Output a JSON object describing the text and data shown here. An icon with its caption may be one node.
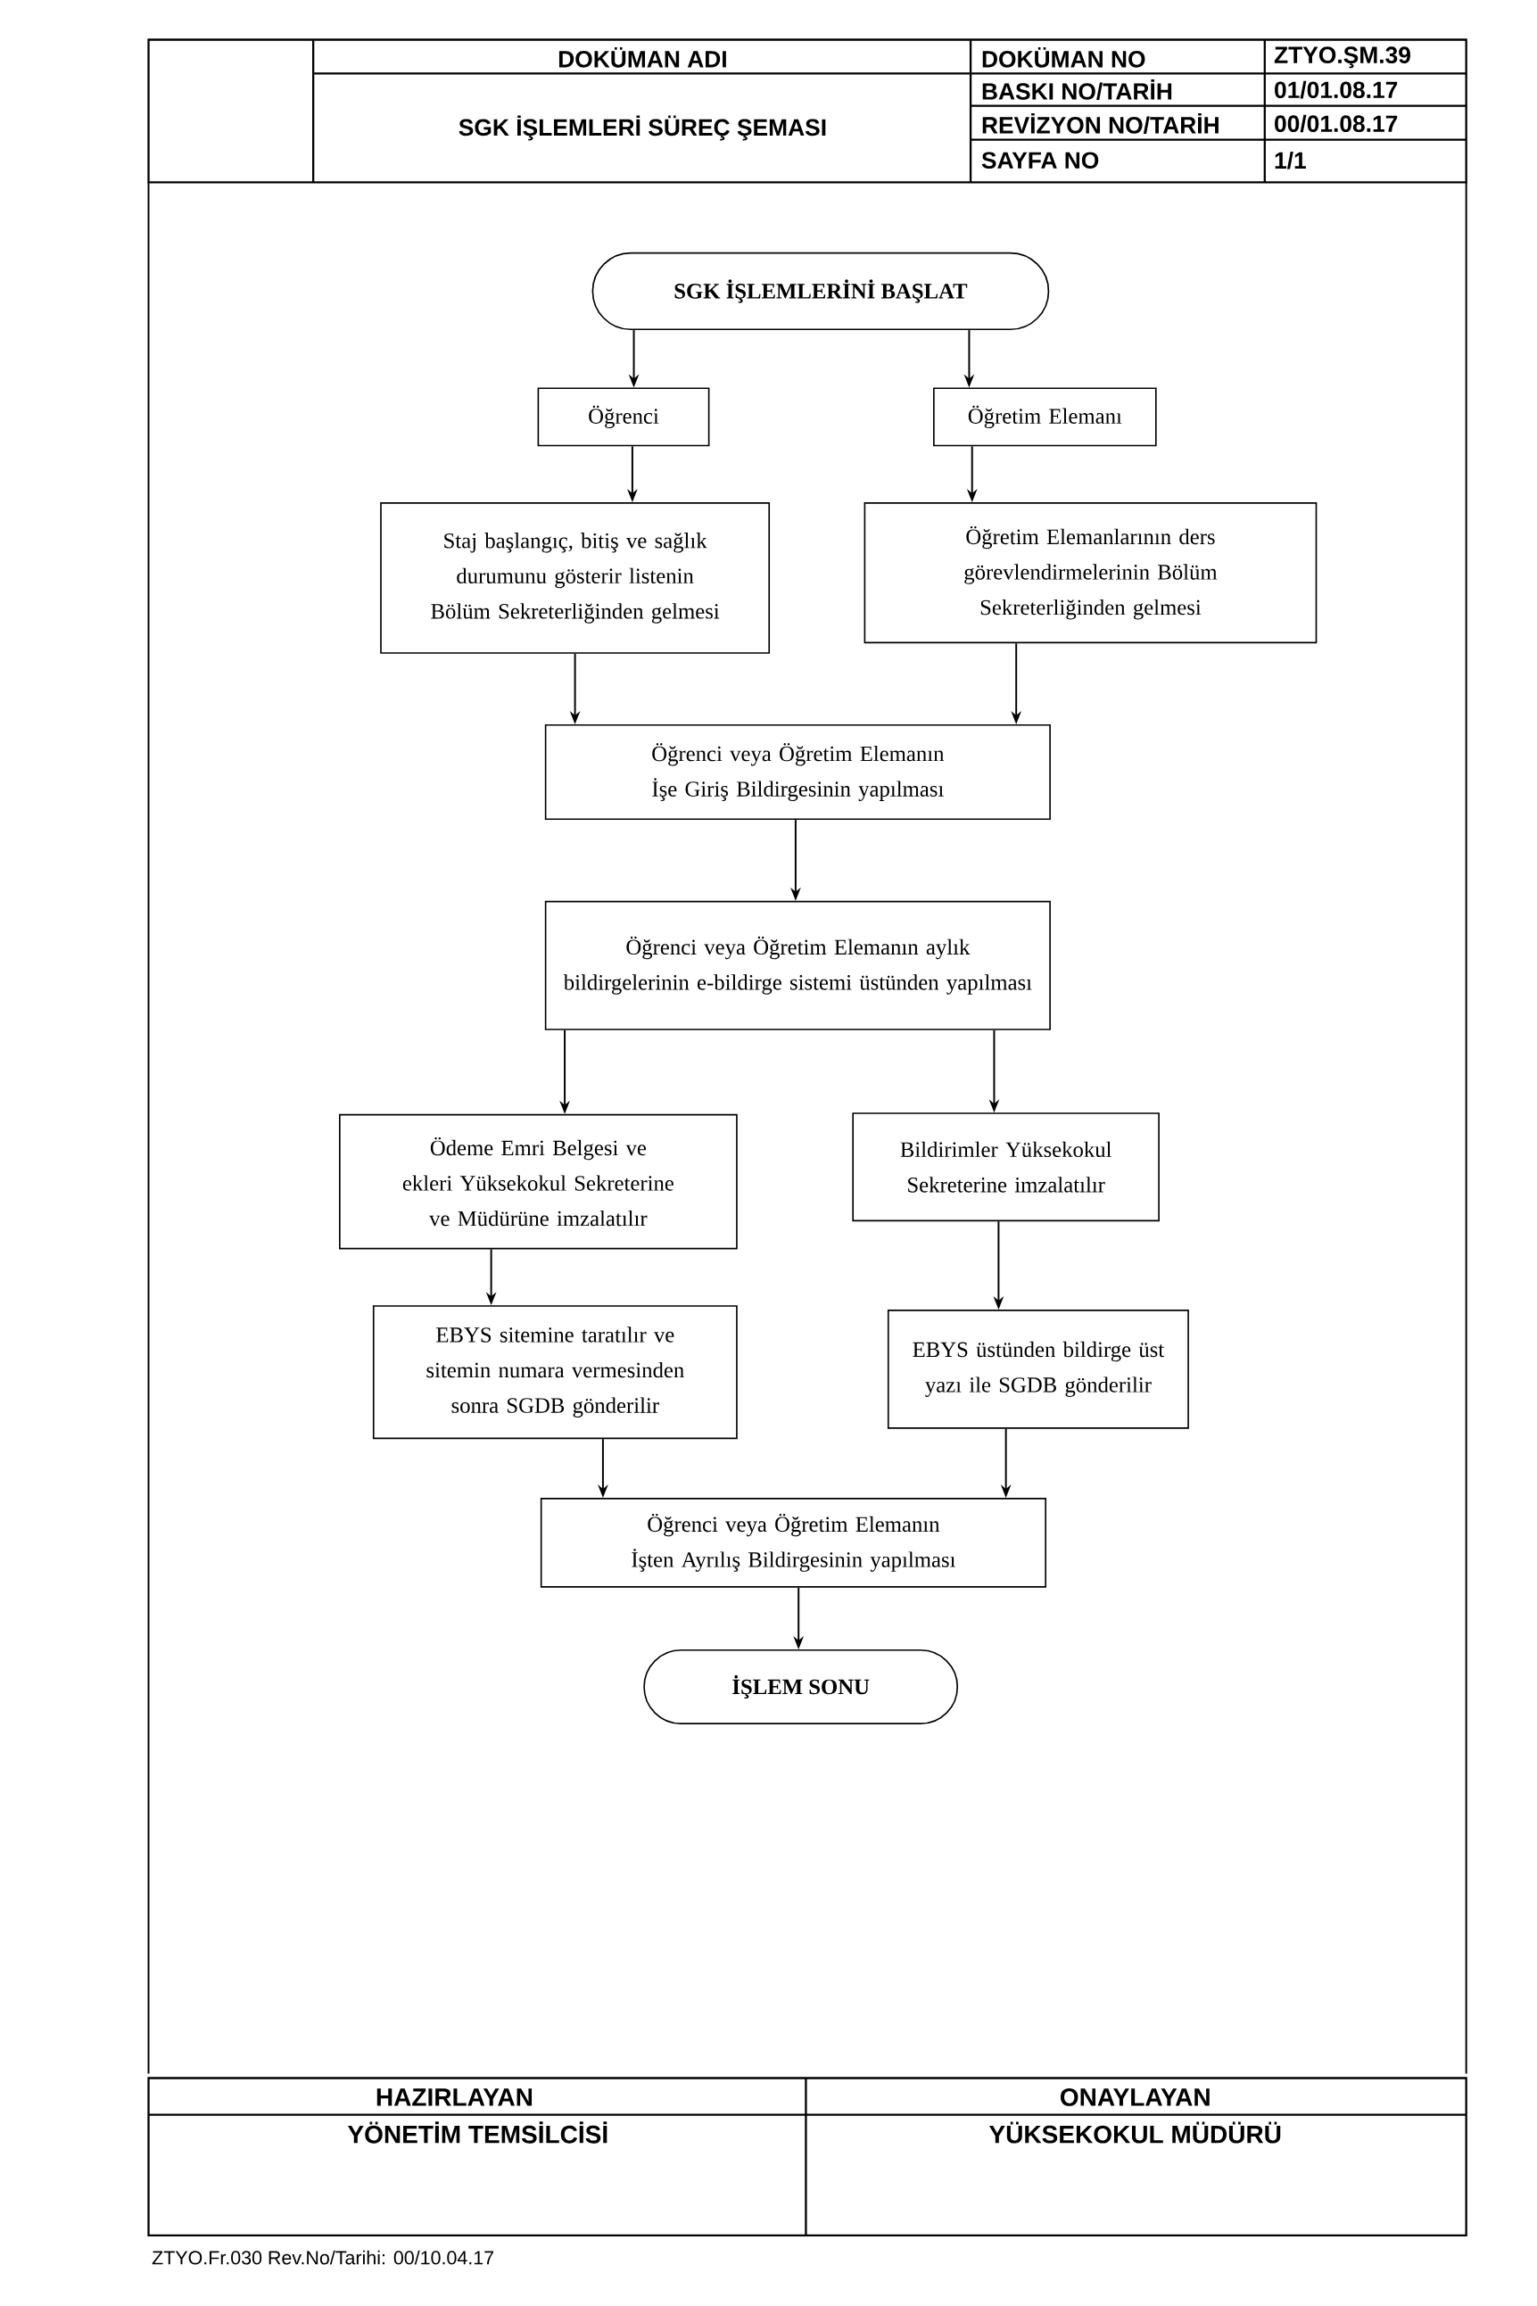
{
  "diagram": {
    "nodes": [
      {
        "text": [
          "SGK İŞLEMLERİNİ BAŞLAT"
        ]
      },
      {
        "text": [
          "Öğrenci"
        ]
      },
      {
        "text": [
          "Öğretim Elemanı"
        ]
      },
      {
        "text": [
          "Staj başlangıç, bitiş ve sağlık durumunu gösterir listenin Bölüm Sekreterliğinden gelmesi"
        ]
      },
      {
        "text": [
          "Öğretim Elemanlarının ders görevlendirmelerinin Bölüm Sekreterliğinden gelmesi"
        ]
      },
      {
        "text": [
          "Öğrenci veya Öğretim Elemanın İşe Giriş Bildirgesinin yapılması"
        ]
      },
      {
        "text": [
          "Öğrenci veya Öğretim Elemanın aylık bildirgelerinin e-bildirge sistemi üstünden yapılması"
        ]
      },
      {
        "text": [
          "Ödeme Emri Belgesi ve ekleri Yüksekokul Sekreterine ve Müdürüne imzalatılır"
        ]
      },
      {
        "text": [
          "Bildirimler Yüksekokul Sekreterine imzalatılır"
        ]
      },
      {
        "text": [
          "EBYS sitemine taratılır ve sitemin numara vermesinden sonra SGDB gönderilir"
        ]
      },
      {
        "text": [
          "EBYS üstünden bildirge üst yazı ile SGDB gönderilir"
        ]
      },
      {
        "text": [
          "Öğrenci veya Öğretim Elemanın İşten Ayrılış Bildirgesinin yapılması"
        ]
      },
      {
        "text": [
          "İŞLEM SONU"
        ]
      }
    ],
    "edges": [
      {
        "from": 0,
        "to": 1,
        "arrow": "to"
      },
      {
        "from": 0,
        "to": 2,
        "arrow": "to"
      },
      {
        "from": 1,
        "to": 3,
        "arrow": "to"
      },
      {
        "from": 2,
        "to": 4,
        "arrow": "to"
      },
      {
        "from": 3,
        "to": 5,
        "arrow": "to"
      },
      {
        "from": 4,
        "to": 5,
        "arrow": "to"
      },
      {
        "from": 5,
        "to": 6,
        "arrow": "to"
      },
      {
        "from": 6,
        "to": 7,
        "arrow": "to"
      },
      {
        "from": 6,
        "to": 8,
        "arrow": "to"
      },
      {
        "from": 7,
        "to": 9,
        "arrow": "to"
      },
      {
        "from": 8,
        "to": 10,
        "arrow": "to"
      },
      {
        "from": 9,
        "to": 11,
        "arrow": "to"
      },
      {
        "from": 10,
        "to": 11,
        "arrow": "to"
      },
      {
        "from": 11,
        "to": 12,
        "arrow": "to"
      }
    ],
    "labels": [
      "DOKÜMAN ADI",
      "DOKÜMAN NO",
      "ZTYO.ŞM.39",
      "SGK İŞLEMLERİ SÜREÇ ŞEMASI",
      "BASKI NO/TARİH",
      "01/01.08.17",
      "REVİZYON NO/TARİH",
      "00/01.08.17",
      "SAYFA NO",
      "1/1",
      "HAZIRLAYAN",
      "ONAYLAYAN",
      "YÖNETİM TEMSİLCİSİ",
      "YÜKSEKOKUL MÜDÜRÜ",
      "ZTYO.Fr.030 Rev.No/Tarihi: 00/10.04.17"
    ]
  }
}
